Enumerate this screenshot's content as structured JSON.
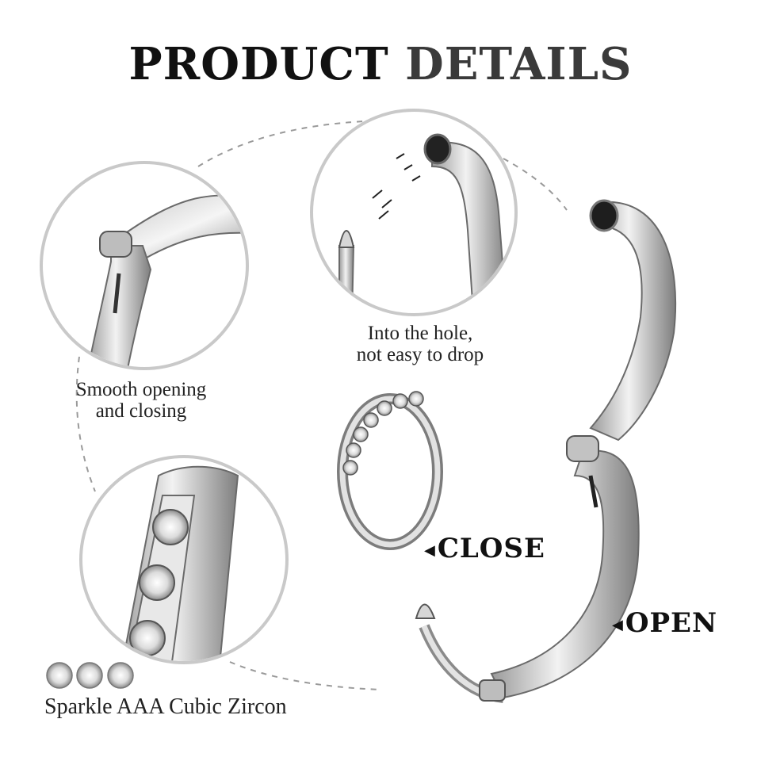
{
  "title": {
    "part1": "PRODUCT",
    "part2": "DETAILS"
  },
  "captions": {
    "smooth_line1": "Smooth opening",
    "smooth_line2": "and closing",
    "hole_line1": "Into the hole,",
    "hole_line2": "not easy to drop",
    "zircon": "Sparkle AAA Cubic Zircon"
  },
  "labels": {
    "close": "CLOSE",
    "open": "OPEN"
  },
  "icons": {
    "pointer": "left-triangle-arrow"
  },
  "colors": {
    "metal_light": "#e6e6e6",
    "metal_dark": "#8a8a8a",
    "outline": "#555555"
  }
}
